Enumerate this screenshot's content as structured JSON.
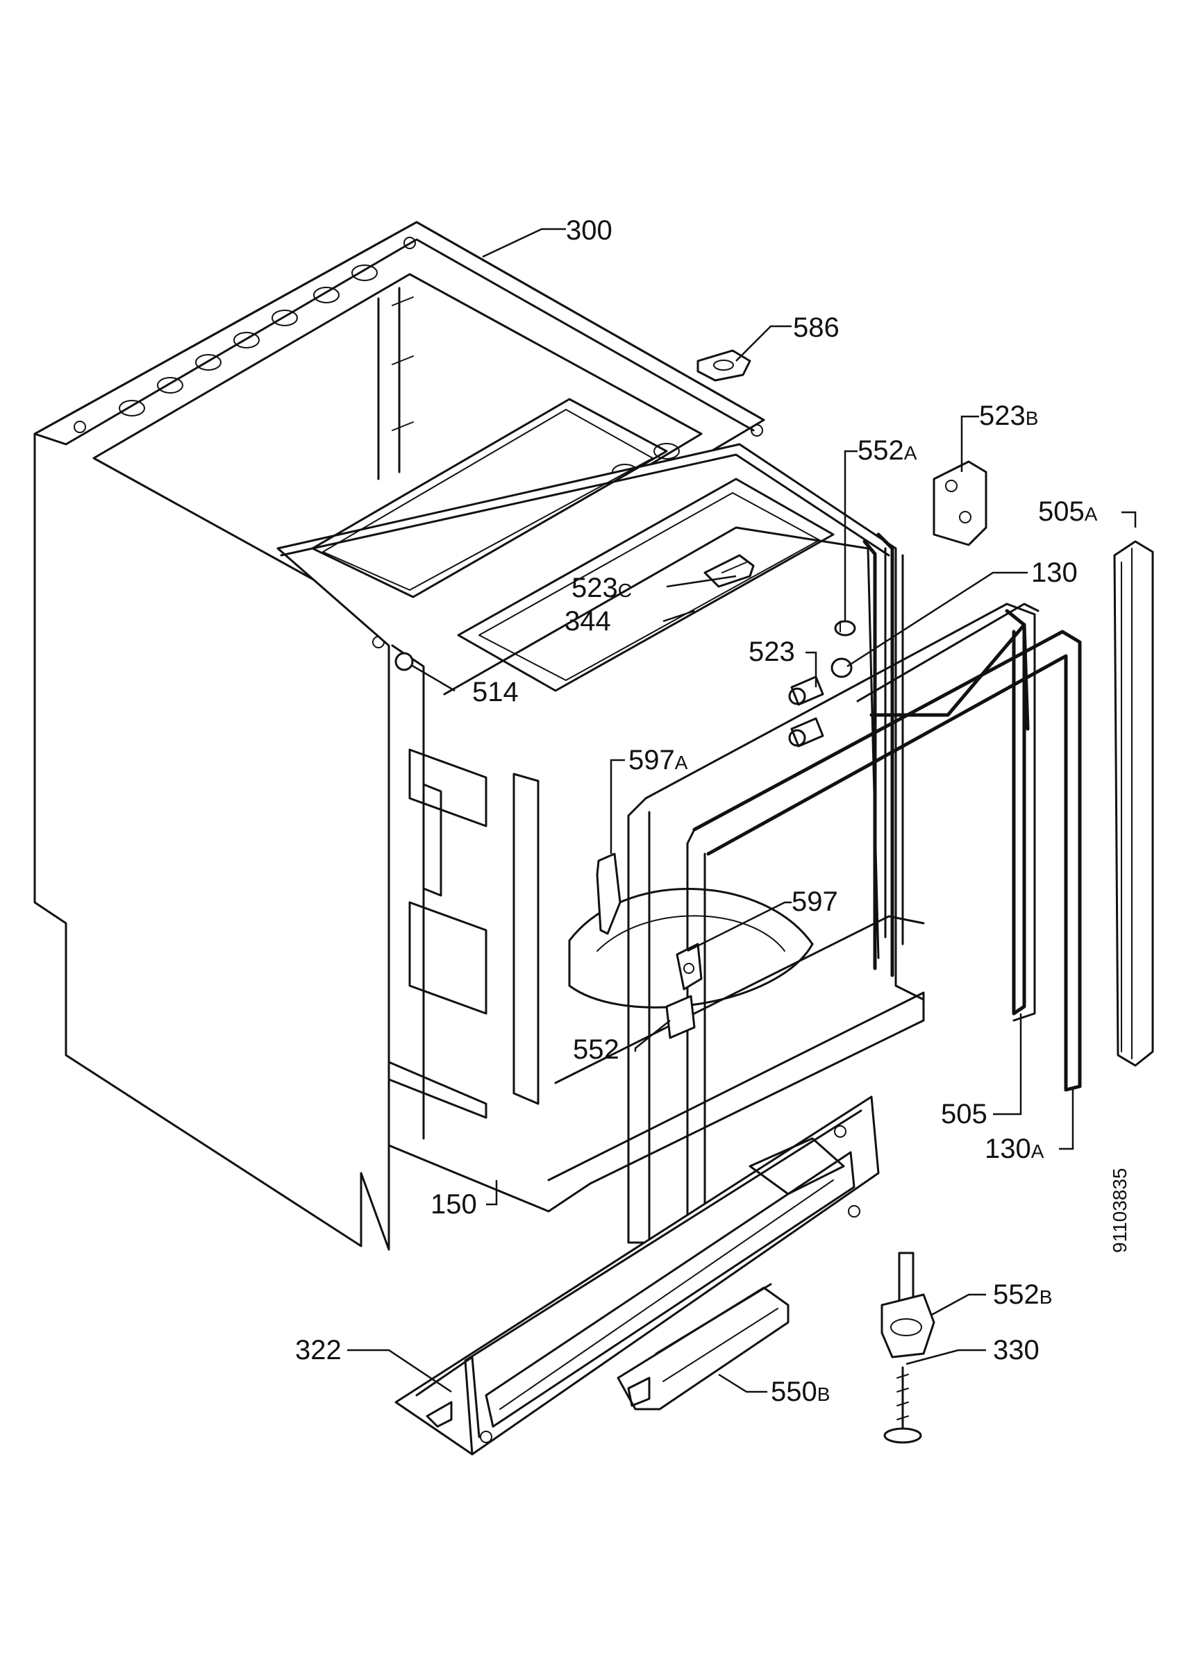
{
  "drawing_number": "91103835",
  "callouts": [
    {
      "id": "300",
      "main": "300",
      "suffix": ""
    },
    {
      "id": "586",
      "main": "586",
      "suffix": ""
    },
    {
      "id": "523B",
      "main": "523",
      "suffix": "B"
    },
    {
      "id": "552A",
      "main": "552",
      "suffix": "A"
    },
    {
      "id": "505A",
      "main": "505",
      "suffix": "A"
    },
    {
      "id": "130",
      "main": "130",
      "suffix": ""
    },
    {
      "id": "523C",
      "main": "523",
      "suffix": "C"
    },
    {
      "id": "344",
      "main": "344",
      "suffix": ""
    },
    {
      "id": "523",
      "main": "523",
      "suffix": ""
    },
    {
      "id": "514",
      "main": "514",
      "suffix": ""
    },
    {
      "id": "597A",
      "main": "597",
      "suffix": "A"
    },
    {
      "id": "597",
      "main": "597",
      "suffix": ""
    },
    {
      "id": "552",
      "main": "552",
      "suffix": ""
    },
    {
      "id": "505",
      "main": "505",
      "suffix": ""
    },
    {
      "id": "130A",
      "main": "130",
      "suffix": "A"
    },
    {
      "id": "150",
      "main": "150",
      "suffix": ""
    },
    {
      "id": "552B",
      "main": "552",
      "suffix": "B"
    },
    {
      "id": "330",
      "main": "330",
      "suffix": ""
    },
    {
      "id": "322",
      "main": "322",
      "suffix": ""
    },
    {
      "id": "550B",
      "main": "550",
      "suffix": "B"
    }
  ]
}
